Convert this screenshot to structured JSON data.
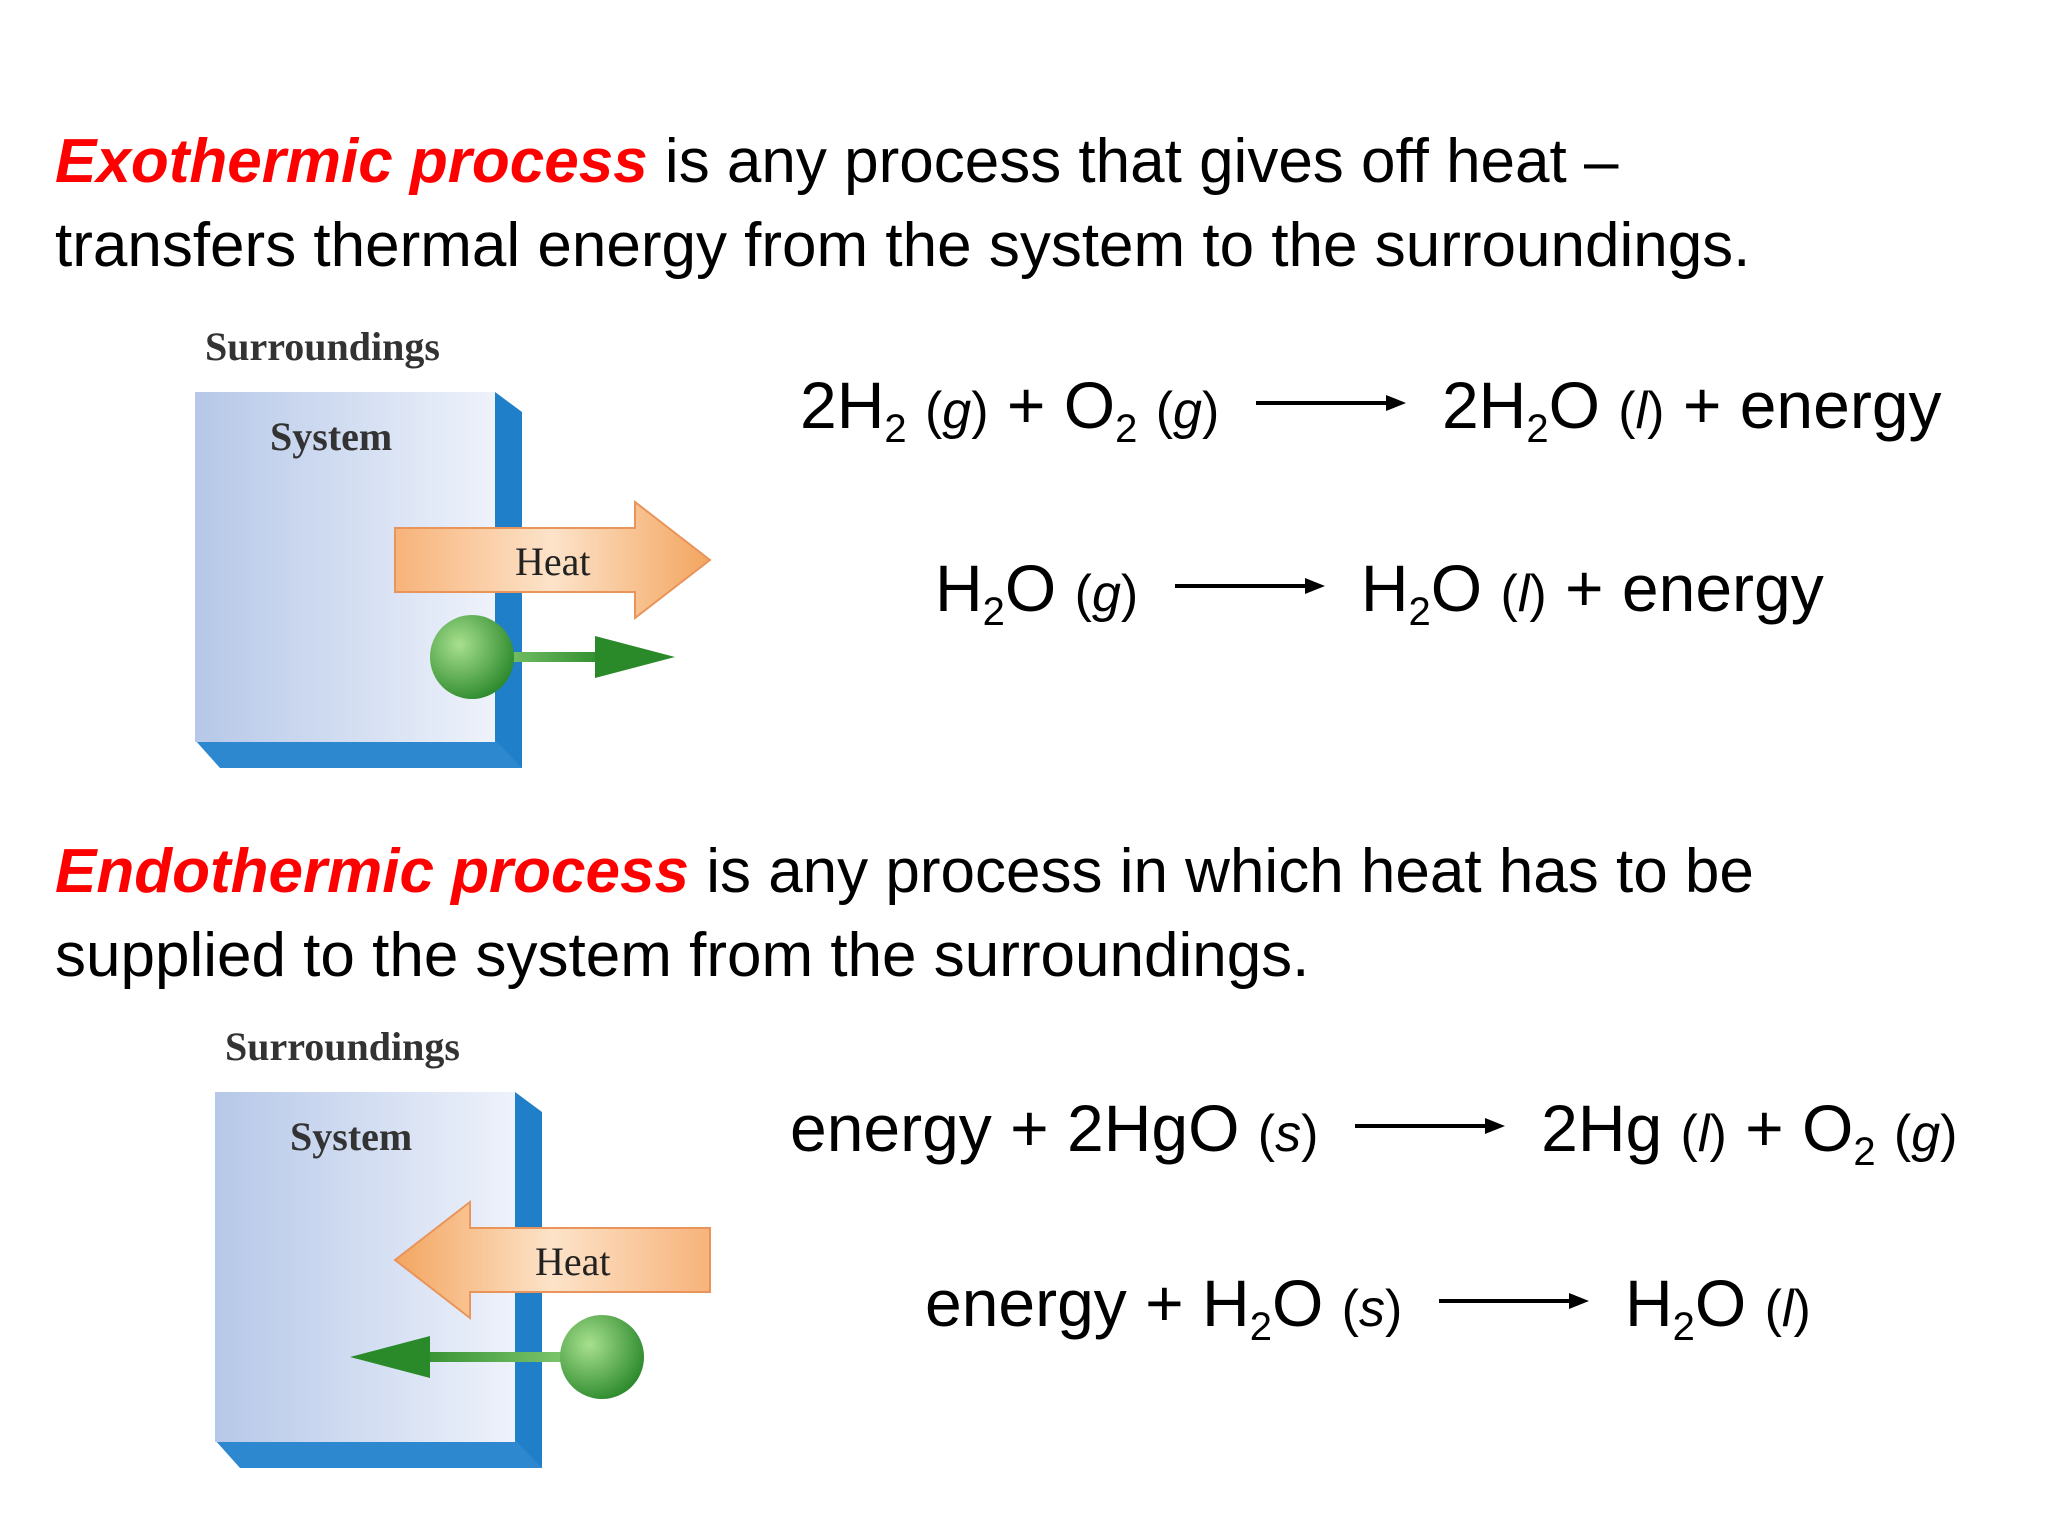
{
  "exothermic": {
    "term": "Exothermic process",
    "line1_rest": " is any process that gives off heat –",
    "line2": "transfers thermal energy from the system to the surroundings.",
    "figure": {
      "surroundings_label": "Surroundings",
      "system_label": "System",
      "heat_label": "Heat"
    },
    "equations": [
      {
        "r1_coef": "2H",
        "r1_sub": "2",
        "r1_state": "g",
        "plus1": " + ",
        "r2_coef": "O",
        "r2_sub": "2",
        "r2_state": "g",
        "p1_coef": "2H",
        "p1_sub": "2",
        "p1_tail": "O",
        "p1_state": "l",
        "p_rest": " + energy"
      },
      {
        "r1_coef": "H",
        "r1_sub": "2",
        "r1_tail": "O",
        "r1_state": "g",
        "p1_coef": "H",
        "p1_sub": "2",
        "p1_tail": "O",
        "p1_state": "l",
        "p_rest": " + energy"
      }
    ]
  },
  "endothermic": {
    "term": "Endothermic process",
    "line1_rest": " is any process in which heat has to be",
    "line2": "supplied to the system from the surroundings.",
    "figure": {
      "surroundings_label": "Surroundings",
      "system_label": "System",
      "heat_label": "Heat"
    },
    "equations": [
      {
        "lead": "energy + 2HgO ",
        "r_state": "s",
        "p1": "2Hg ",
        "p1_state": "l",
        "plus": " + ",
        "p2_coef": "O",
        "p2_sub": "2",
        "p2_state": "g"
      },
      {
        "lead": "energy + H",
        "lead_sub": "2",
        "lead_tail": "O ",
        "r_state": "s",
        "p1_coef": "H",
        "p1_sub": "2",
        "p1_tail": "O ",
        "p1_state": "l"
      }
    ]
  },
  "colors": {
    "term": "#ff0000",
    "system_face": "#c9d6ee",
    "system_edge": "#1f7fc8",
    "heat_arrow": "#f5b072",
    "particle": "#3c9c3c"
  }
}
